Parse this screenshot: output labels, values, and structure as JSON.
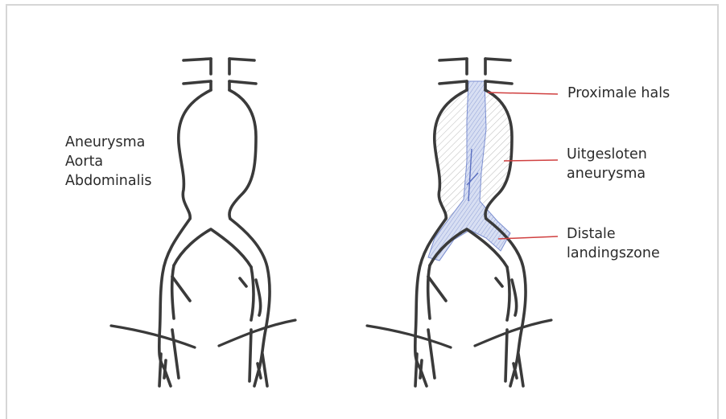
{
  "left_figure": {
    "label_lines": [
      "Aneurysma",
      "Aorta",
      "Abdominalis"
    ]
  },
  "right_figure": {
    "callouts": [
      {
        "name": "proximal-neck",
        "lines": [
          "Proximale hals"
        ]
      },
      {
        "name": "excluded-aneurysm",
        "lines": [
          "Uitgesloten",
          "aneurysma"
        ]
      },
      {
        "name": "distal-landing-zone",
        "lines": [
          "Distale",
          "landingszone"
        ]
      }
    ]
  },
  "colors": {
    "outline": "#3a3a3a",
    "stent_fill": "#c9d3ee",
    "stent_hatch": "#6b80c8",
    "aneurysm_hatch": "#bdbdbd",
    "leader_line": "#d04040",
    "frame": "#d6d6d6"
  }
}
